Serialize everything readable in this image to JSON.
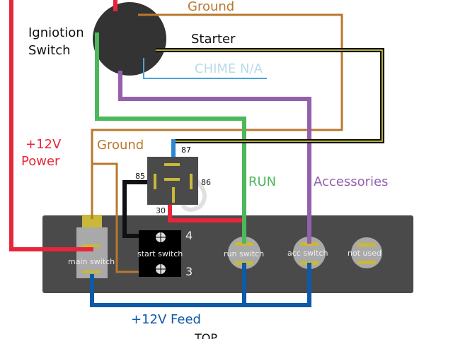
{
  "diagram": {
    "title_partial": "TOP",
    "labels": {
      "ignition_switch": [
        "Igniotion",
        "Switch"
      ],
      "ground_top": "Ground",
      "starter": "Starter",
      "chime": "CHIME N/A",
      "power": [
        "+12V",
        "Power"
      ],
      "ground_left": "Ground",
      "run": "RUN",
      "accessories": "Accessories",
      "feed": "+12V Feed"
    },
    "relay": {
      "pins": [
        "87",
        "85",
        "86",
        "30"
      ]
    },
    "panel": {
      "main_switch": "main switch",
      "start_switch": "start switch",
      "start_pin_top": "4",
      "start_pin_bottom": "3",
      "run_switch": "run switch",
      "acc_switch": "acc switch",
      "not_used": "not used"
    },
    "colors": {
      "power": "#e8263a",
      "ground": "#b8782f",
      "starter": "#111111",
      "starter_stripe": "#e6e04a",
      "chime": "#4aa3d8",
      "chime_text": "#b9dbe8",
      "run": "#4cb85a",
      "accessories": "#9460ad",
      "feed": "#0d5aa8",
      "panel": "#4a4a4a",
      "switch_body": "#a9a9a9",
      "terminal": "#c9b83a",
      "relay": "#4a4a4a",
      "ignition": "#333333"
    }
  }
}
